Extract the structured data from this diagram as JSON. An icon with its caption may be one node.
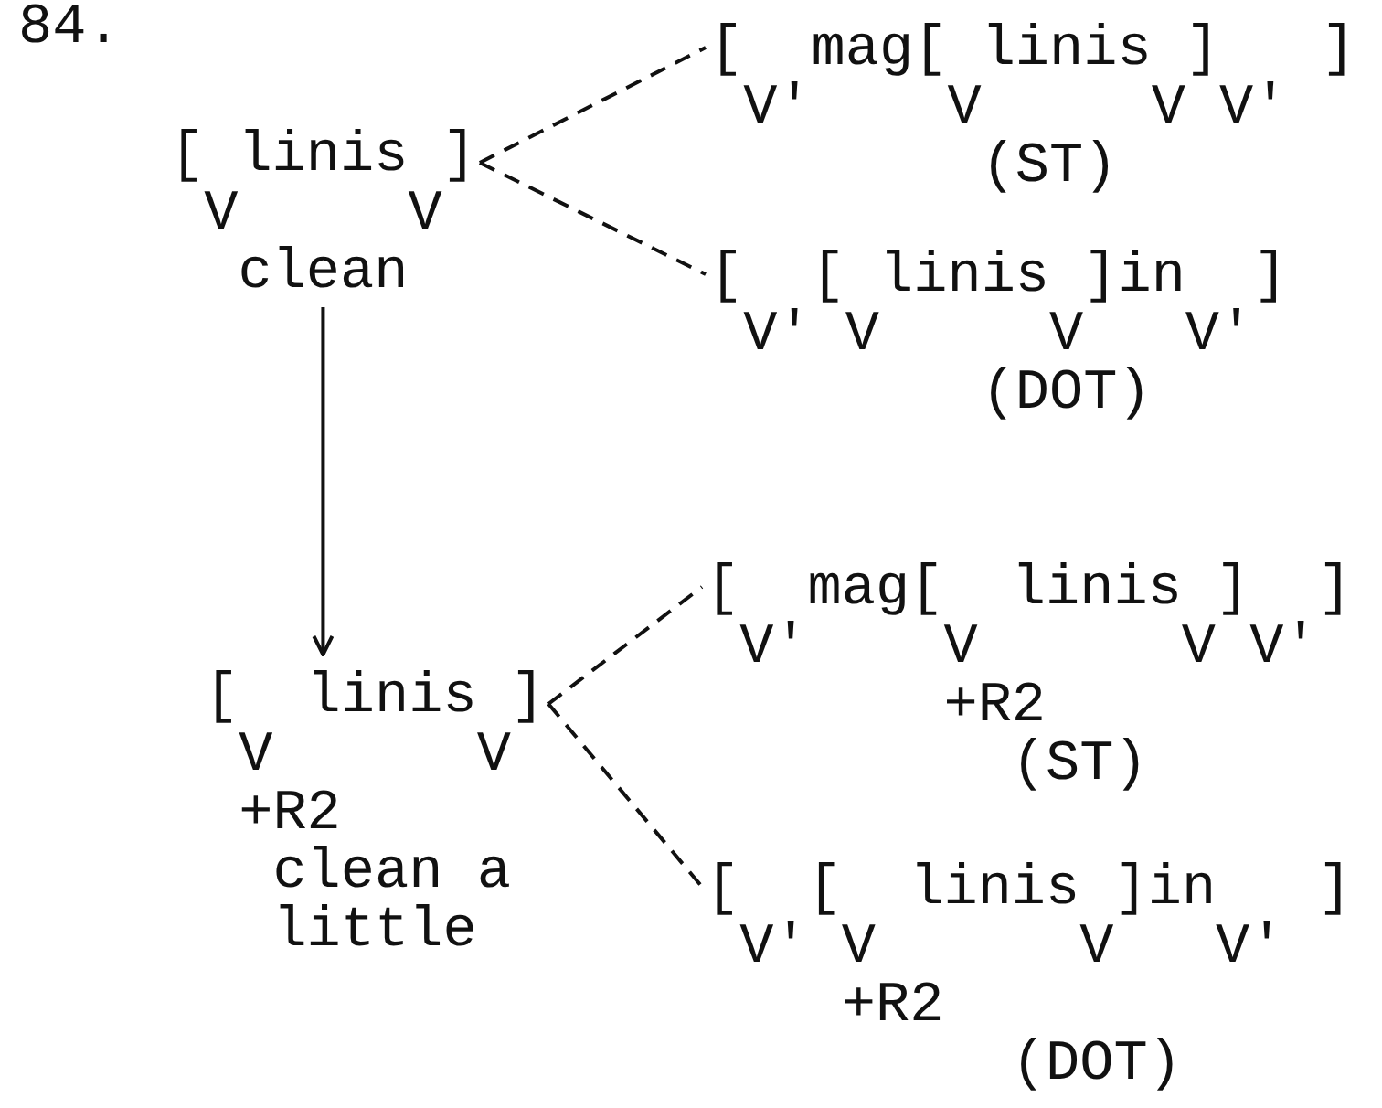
{
  "diagram": {
    "nodes": [
      {
        "text": [
          "[ linis ]",
          "V     V",
          "clean"
        ]
      },
      {
        "text": [
          "[  mag[ linis ]   ]",
          "V'    V     V V'",
          "(ST)"
        ]
      },
      {
        "text": [
          "[  [ linis ]in  ]",
          "V' V     V   V'",
          "(DOT)"
        ]
      },
      {
        "text": [
          "[  linis ]",
          "V      V",
          "+R2",
          "clean a little"
        ]
      },
      {
        "text": [
          "[  mag[  linis ]  ]",
          "V'    V      V V'",
          "+R2",
          "(ST)"
        ]
      },
      {
        "text": [
          "[  [  linis ]in   ]",
          "V' V      V   V'",
          "+R2",
          "(DOT)"
        ]
      }
    ],
    "edges": [
      {
        "from": 0,
        "to": 1,
        "arrow": "none",
        "style": "dashed"
      },
      {
        "from": 0,
        "to": 2,
        "arrow": "none",
        "style": "dashed"
      },
      {
        "from": 0,
        "to": 3,
        "arrow": "to"
      },
      {
        "from": 3,
        "to": 4,
        "arrow": "none",
        "style": "dashed"
      },
      {
        "from": 3,
        "to": 5,
        "arrow": "none",
        "style": "dashed"
      }
    ],
    "labels": [
      "84."
    ]
  }
}
